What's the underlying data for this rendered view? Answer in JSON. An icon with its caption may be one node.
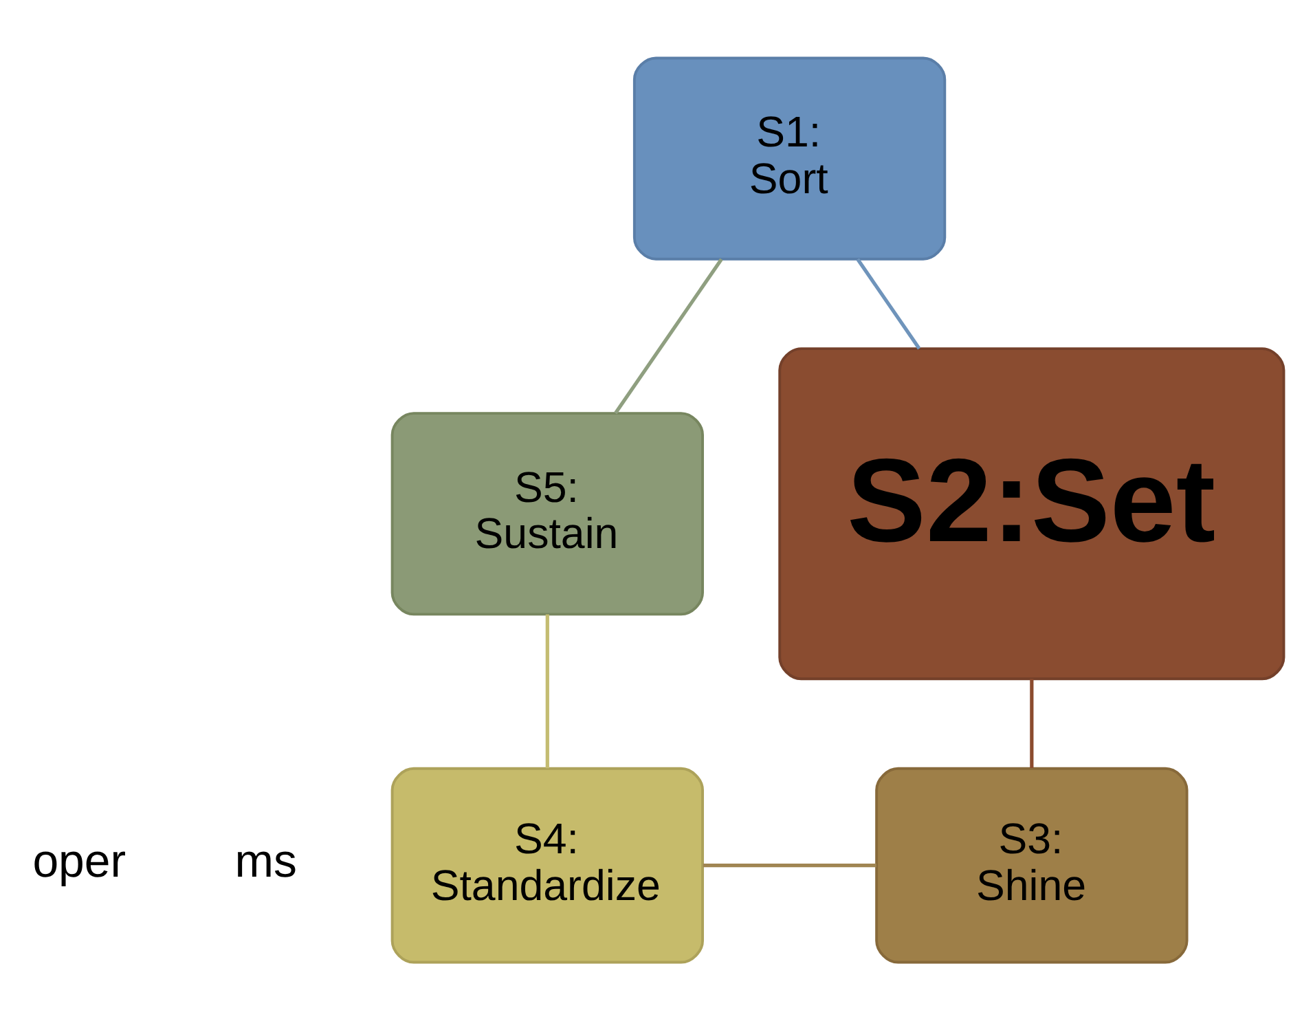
{
  "diagram": {
    "nodes": [
      {
        "text": [
          "S1: Sort"
        ]
      },
      {
        "text": [
          "S2:Set"
        ]
      },
      {
        "text": [
          "S3: Shine"
        ]
      },
      {
        "text": [
          "S4: Standardize"
        ]
      },
      {
        "text": [
          "S5: Sustain"
        ]
      }
    ],
    "edges": [
      {
        "from": 0,
        "to": 1,
        "arrow": "none",
        "color": "#6f94bb"
      },
      {
        "from": 1,
        "to": 2,
        "arrow": "none",
        "color": "#8b4b2e"
      },
      {
        "from": 2,
        "to": 3,
        "arrow": "none",
        "color": "#a08552"
      },
      {
        "from": 3,
        "to": 4,
        "arrow": "none",
        "color": "#c4bc72"
      },
      {
        "from": 4,
        "to": 0,
        "arrow": "none",
        "color": "#8f9f80"
      }
    ],
    "labels": [
      "oper",
      "ms"
    ]
  }
}
